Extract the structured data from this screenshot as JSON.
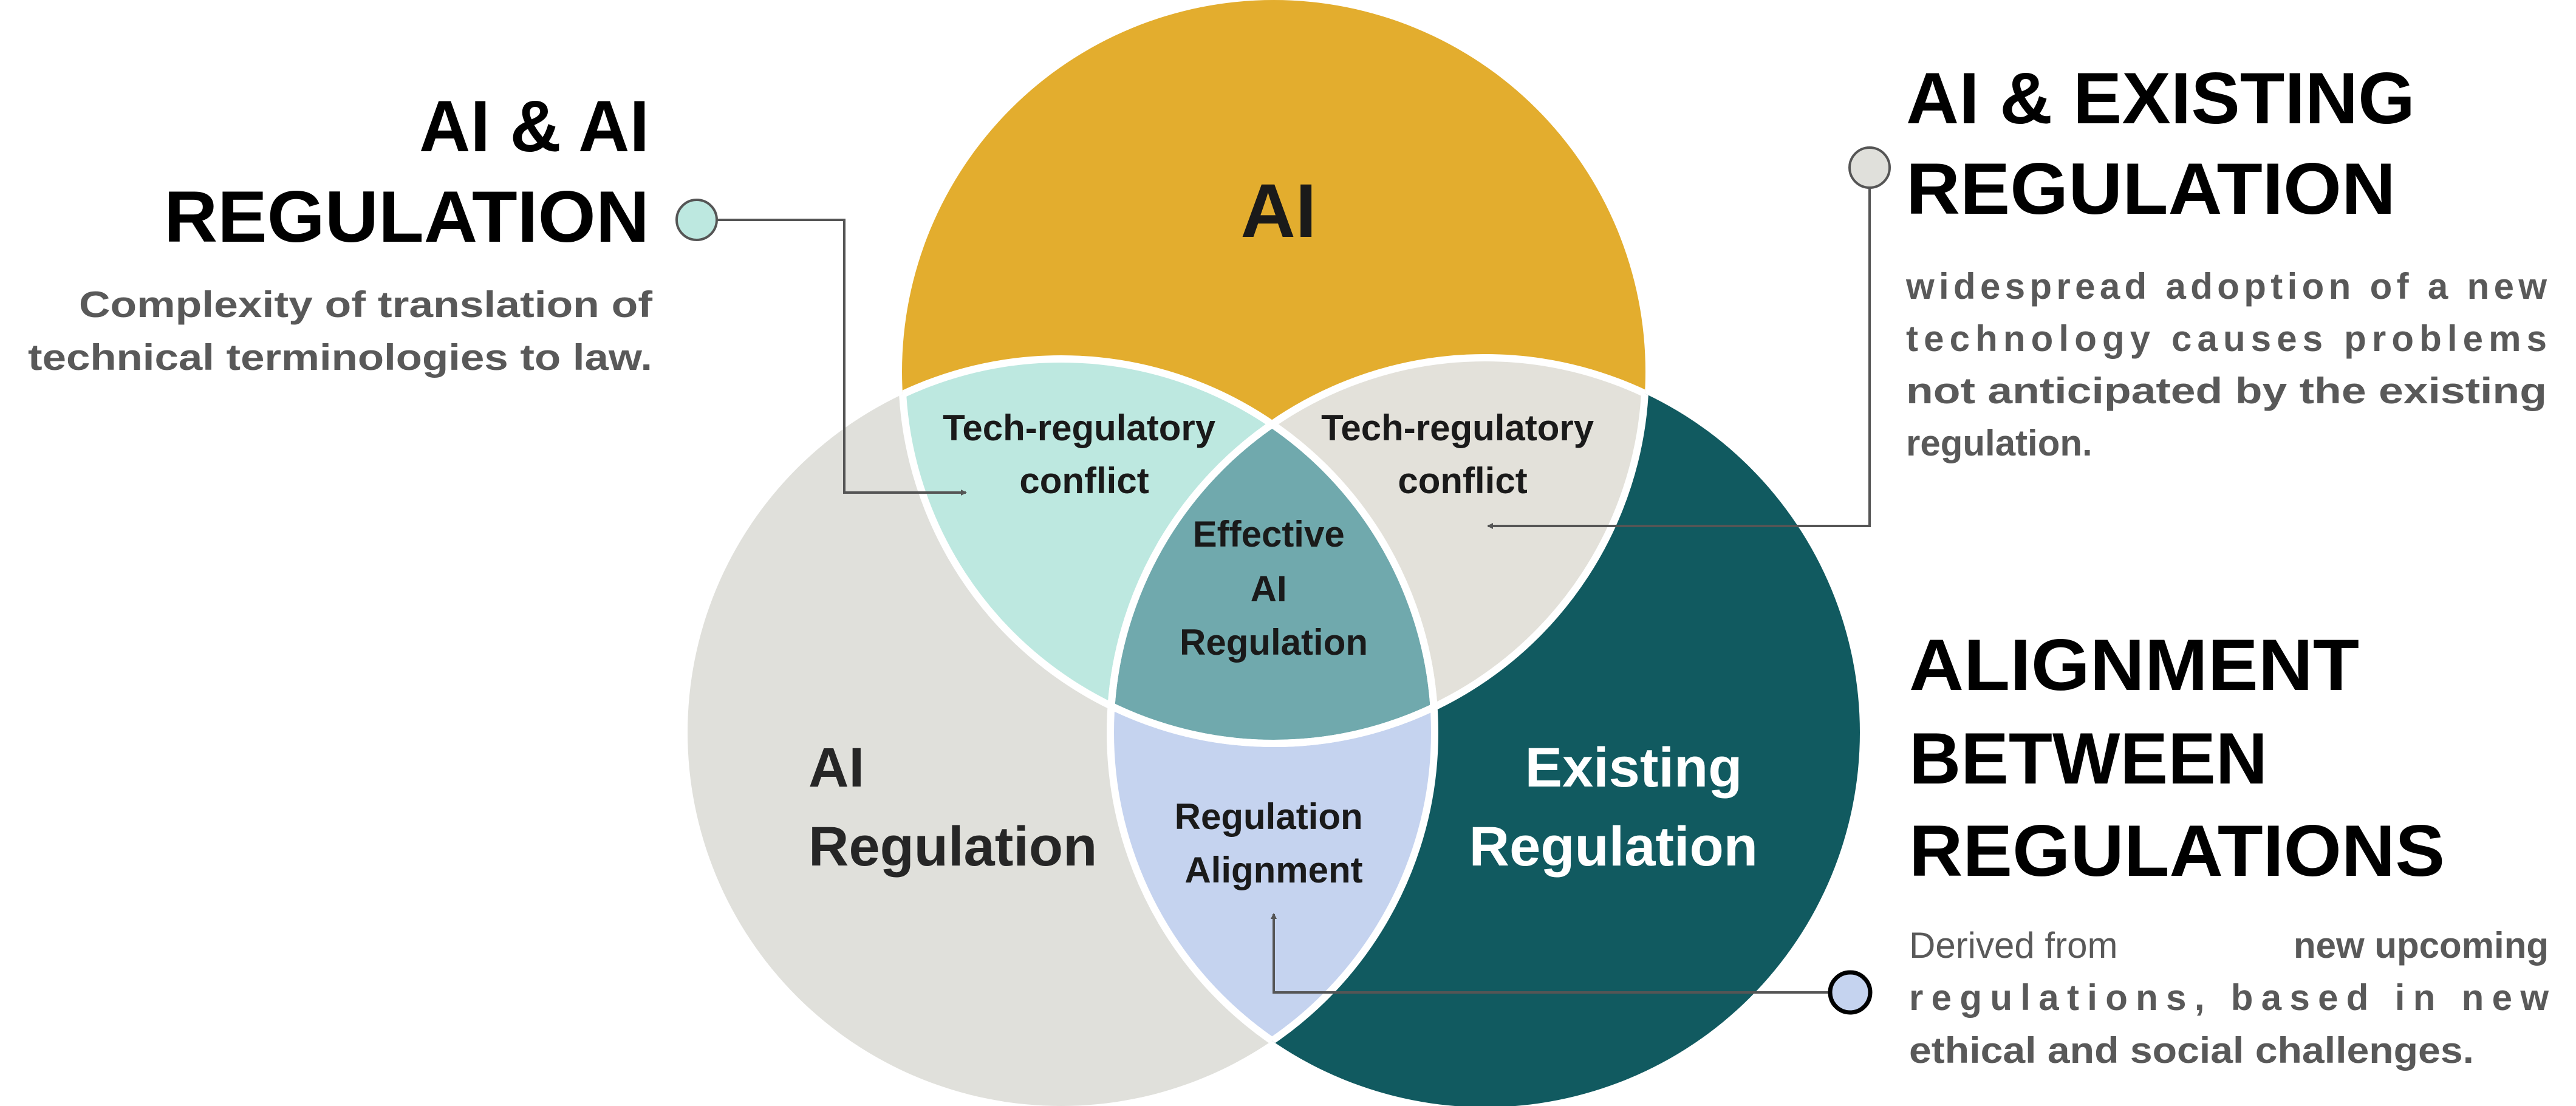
{
  "colors": {
    "ai": "#E3AD2E",
    "ai_regulation": "#E0E0DB",
    "existing_regulation": "#115A60",
    "ai_x_ai_regulation": "#BDE8E0",
    "ai_x_existing": "#E3E1DA",
    "regulation_alignment": "#C5D3EF",
    "center": "#70A9AD"
  },
  "venn": {
    "ai": "AI",
    "ai_regulation": [
      "AI",
      "Regulation"
    ],
    "existing_regulation": [
      "Existing",
      "Regulation"
    ],
    "tech_conflict_left": [
      "Tech-regulatory",
      "conflict"
    ],
    "tech_conflict_right": [
      "Tech-regulatory",
      "conflict"
    ],
    "center": [
      "Effective",
      "AI",
      "Regulation"
    ],
    "alignment": [
      "Regulation",
      "Alignment"
    ]
  },
  "callouts": {
    "ai_ai_regulation": {
      "title": [
        "AI & AI",
        "REGULATION"
      ],
      "description": [
        "Complexity of translation of",
        "technical terminologies to law."
      ]
    },
    "ai_existing": {
      "title": [
        "AI & EXISTING",
        "REGULATION"
      ],
      "description": [
        "widespread adoption of a new",
        "technology causes problems",
        "not anticipated by the existing",
        "regulation."
      ]
    },
    "alignment": {
      "title": [
        "ALIGNMENT",
        "BETWEEN",
        "REGULATIONS"
      ],
      "description_line1_regular": "Derived from",
      "description_line1_bold": "new upcoming",
      "description_line2": "regulations, based in new",
      "description_line3": "ethical and social challenges."
    }
  }
}
